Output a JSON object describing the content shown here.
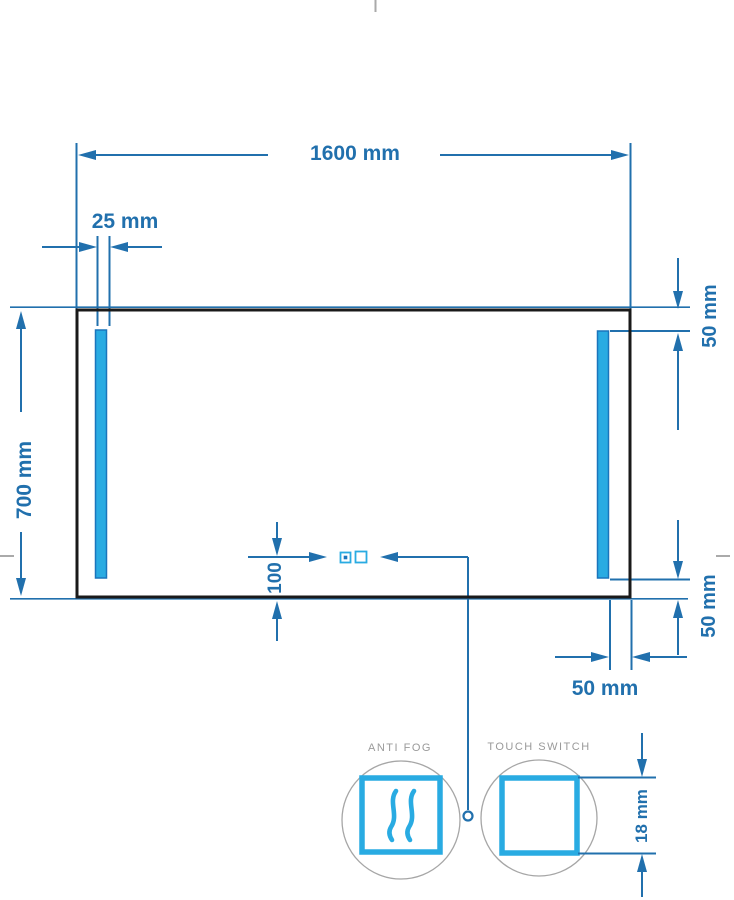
{
  "diagram": {
    "type": "technical-dimension-drawing",
    "subject": "LED bathroom mirror front view with anti-fog pad and touch switch detail"
  },
  "labels": {
    "total_width": "1600 mm",
    "led_strip_offset": "25 mm",
    "total_height": "700 mm",
    "led_gap_top_right": "50 mm",
    "led_gap_bottom_right": "50 mm",
    "led_gap_bottom": "50 mm",
    "sensor_bottom_offset": "100",
    "touch_switch_size": "18 mm",
    "anti_fog_caption": "ANTI FOG",
    "touch_switch_caption": "TOUCH SWITCH"
  },
  "colors": {
    "dimension_blue": "#2170AD",
    "led_cyan": "#29ABE2",
    "led_border_blue": "#1A75BC",
    "outline_black": "#1A1A1A",
    "detail_circle_gray": "#A6A6A6",
    "caption_gray": "#9A9A9A",
    "crop_mark_gray": "#AAAAAA"
  },
  "icons": {
    "anti_fog_icon": "steam-waves-in-square",
    "touch_switch_icon": "empty-square"
  }
}
